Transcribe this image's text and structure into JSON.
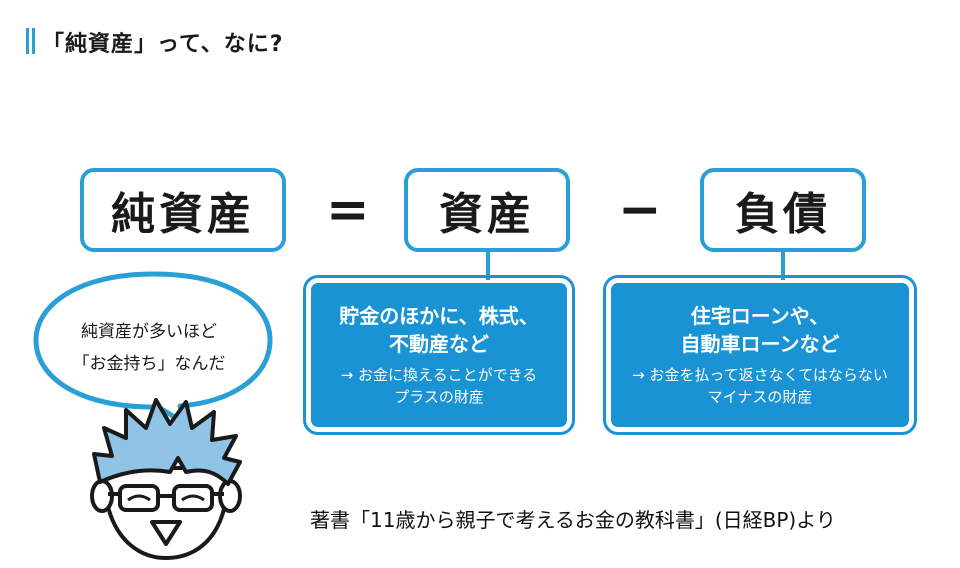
{
  "header": {
    "title": "「純資産」って、なに?"
  },
  "formula": {
    "net_assets": "純資産",
    "equals": "=",
    "assets": "資産",
    "minus": "−",
    "liabilities": "負債"
  },
  "assets_box": {
    "line1": "貯金のほかに、株式、",
    "line2": "不動産など",
    "line3": "→ お金に換えることができる",
    "line4": "プラスの財産"
  },
  "liabilities_box": {
    "line1": "住宅ローンや、",
    "line2": "自動車ローンなど",
    "line3": "→ お金を払って返さなくてはならない",
    "line4": "マイナスの財産"
  },
  "speech": {
    "line1": "純資産が多いほど",
    "line2": "「お金持ち」なんだ"
  },
  "credit": "著書「11歳から親子で考えるお金の教科書」(日経BP)より",
  "colors": {
    "accent": "#2a9fd6",
    "box_fill": "#1993d4",
    "hair": "#8fc4e6"
  },
  "icons": [
    "speech-bubble-icon",
    "boy-character-icon"
  ]
}
